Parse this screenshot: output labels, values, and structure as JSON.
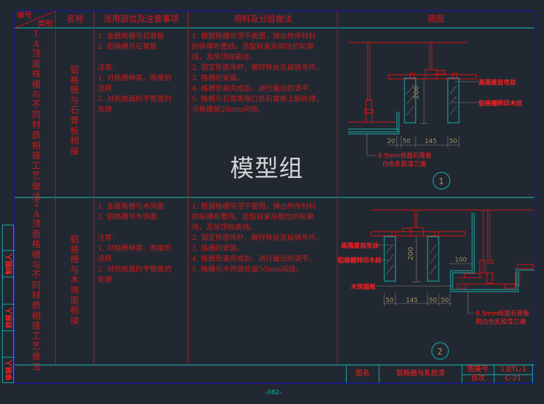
{
  "header": {
    "number_label": "编号",
    "category_label": "类别",
    "name": "名称",
    "scope": "适用部位及注意事项",
    "materials": "用料及分层做法",
    "diagram": "简图"
  },
  "rows": [
    {
      "code": "1A顶面格栅与不同材质相接工艺做法",
      "name": "铝格栅与石膏板相接",
      "scope": "1. 金属格栅与石膏板\n2. 铝格栅与石膏板\n\n注意：\n1. 对格栅种类、厚度的\n选择\n2. 对完成面的平整度的\n处理",
      "materials": "1. 根据格栅吊顶平面图，弹出构件材料\n的纵横布置线。造型较复杂部位的轮廓\n线，及吊顶标高线。\n2. 固定吊筋吊杆、镀锌铁丝及扁铁吊件。\n3. 格栅的安装。\n4. 格栅安装完成后，进行最后的调平。\n5. 格栅与石膏板接口处石膏板上翻处理，\n与格栅留20mm间隙。"
    },
    {
      "code": "2A顶面格栅与不同材质相接工艺做法",
      "name": "铝格栅与木饰面相接",
      "scope": "1. 金属格栅与木饰面\n2. 铝格栅与木饰面\n\n注意：\n1. 对格栅种类、厚度的\n选择\n2. 对完成面的平整度的\n处理",
      "materials": "1. 根据格栅吊顶平面图，弹出构件材料\n的纵横布置线。造型较复杂部位的轮廓\n线，及吊顶标高线。\n2. 固定吊筋吊杆、镀锌铁丝及扁铁吊件。\n3. 格栅的安装。\n4. 格栅安装完成后，进行最后的调平。\n5. 格栅与木饰面处留50mm间缝。"
    }
  ],
  "diagram1": {
    "label_screw": "高强度自攻丝",
    "label_grille": "铝格栅转印木纹",
    "label_board_1": "9.5mm纸面石膏板",
    "label_board_2": "白色乳胶漆三遍",
    "dim_height": "200",
    "dim_a": "20",
    "dim_b": "50",
    "dim_c": "145",
    "dim_d": "50",
    "number": "1"
  },
  "diagram2": {
    "label_screw": "高强度自攻丝",
    "label_grille": "铝格栅转印木纹",
    "label_wood": "木饰面板",
    "label_board_1": "9.5mm纸面石膏板",
    "label_board_2": "刷白色乳胶漆三遍",
    "dim_height": "200",
    "dim_offset": "100",
    "dim_a": "50",
    "dim_b": "145",
    "dim_c": "50",
    "dim_d": "50",
    "number": "2"
  },
  "side_labels": [
    "制图人",
    "校核人",
    "审核人"
  ],
  "title_block": {
    "name_label": "图名",
    "name_value": "铝格栅与乳胶漆",
    "set_label": "图集号",
    "set_value": "13JTL-1",
    "page_label": "页次",
    "page_value": "C-21"
  },
  "watermark": "模型组",
  "page_number": "-082-",
  "colors": {
    "background": "#222831",
    "text_red": "#e0141e",
    "frame_blue": "#1010b0",
    "line_cyan": "#1aa8a8",
    "dim_gray": "#8a8a8a"
  }
}
